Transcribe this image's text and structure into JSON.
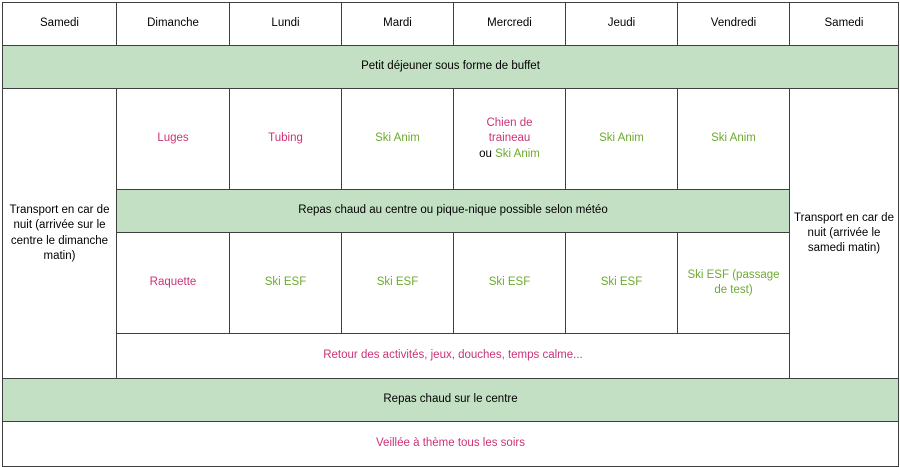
{
  "colors": {
    "band_green_bg": "#c3dfc4",
    "text_pink": "#cc3377",
    "text_green": "#6faa30",
    "border": "#3f3f3f",
    "cell_bg": "#ffffff"
  },
  "header": {
    "days": [
      "Samedi",
      "Dimanche",
      "Lundi",
      "Mardi",
      "Mercredi",
      "Jeudi",
      "Vendredi",
      "Samedi"
    ]
  },
  "rows": {
    "breakfast": "Petit déjeuner sous forme de buffet",
    "lunch": "Repas chaud au centre ou pique-nique possible selon météo",
    "evening_return": "Retour des activités, jeux, douches, temps calme...",
    "dinner": "Repas chaud sur le centre",
    "night": "Veillée à thème tous les soirs"
  },
  "transport": {
    "arrival": "Transport en car de nuit (arrivée sur le centre le dimanche matin)",
    "arrival_lines": [
      "Transport",
      "en car de nuit",
      "(arrivée sur le",
      "centre le",
      "dimanche",
      "matin)"
    ],
    "departure": "Transport en car de nuit (arrivée le samedi matin)",
    "departure_lines": [
      "Transport",
      "en car de nuit",
      "(arrivée le",
      "samedi",
      "matin)"
    ]
  },
  "morning_activities": [
    {
      "day": "Dimanche",
      "label": "Luges",
      "color": "pink"
    },
    {
      "day": "Lundi",
      "label": "Tubing",
      "color": "pink"
    },
    {
      "day": "Mardi",
      "label": "Ski Anim",
      "color": "green"
    },
    {
      "day": "Mercredi",
      "label": "Chien de traineau / ou Ski Anim",
      "color": "mixed",
      "parts": [
        {
          "text": "Chien de",
          "color": "pink",
          "break_after": true
        },
        {
          "text": "traineau",
          "color": "pink",
          "break_after": true
        },
        {
          "text": "ou ",
          "color": "black",
          "break_after": false
        },
        {
          "text": "Ski Anim",
          "color": "green",
          "break_after": false
        }
      ]
    },
    {
      "day": "Jeudi",
      "label": "Ski Anim",
      "color": "green"
    },
    {
      "day": "Vendredi",
      "label": "Ski Anim",
      "color": "green"
    }
  ],
  "afternoon_activities": [
    {
      "day": "Dimanche",
      "label": "Raquette",
      "color": "pink",
      "lines": [
        "Raquette"
      ]
    },
    {
      "day": "Lundi",
      "label": "Ski ESF",
      "color": "green",
      "lines": [
        "Ski ESF"
      ]
    },
    {
      "day": "Mardi",
      "label": "Ski ESF",
      "color": "green",
      "lines": [
        "Ski ESF"
      ]
    },
    {
      "day": "Mercredi",
      "label": "Ski ESF",
      "color": "green",
      "lines": [
        "Ski ESF"
      ]
    },
    {
      "day": "Jeudi",
      "label": "Ski ESF",
      "color": "green",
      "lines": [
        "Ski ESF"
      ]
    },
    {
      "day": "Vendredi",
      "label": "Ski ESF (passage de test)",
      "color": "green",
      "lines": [
        "Ski ESF",
        "(passage de test)"
      ]
    }
  ]
}
